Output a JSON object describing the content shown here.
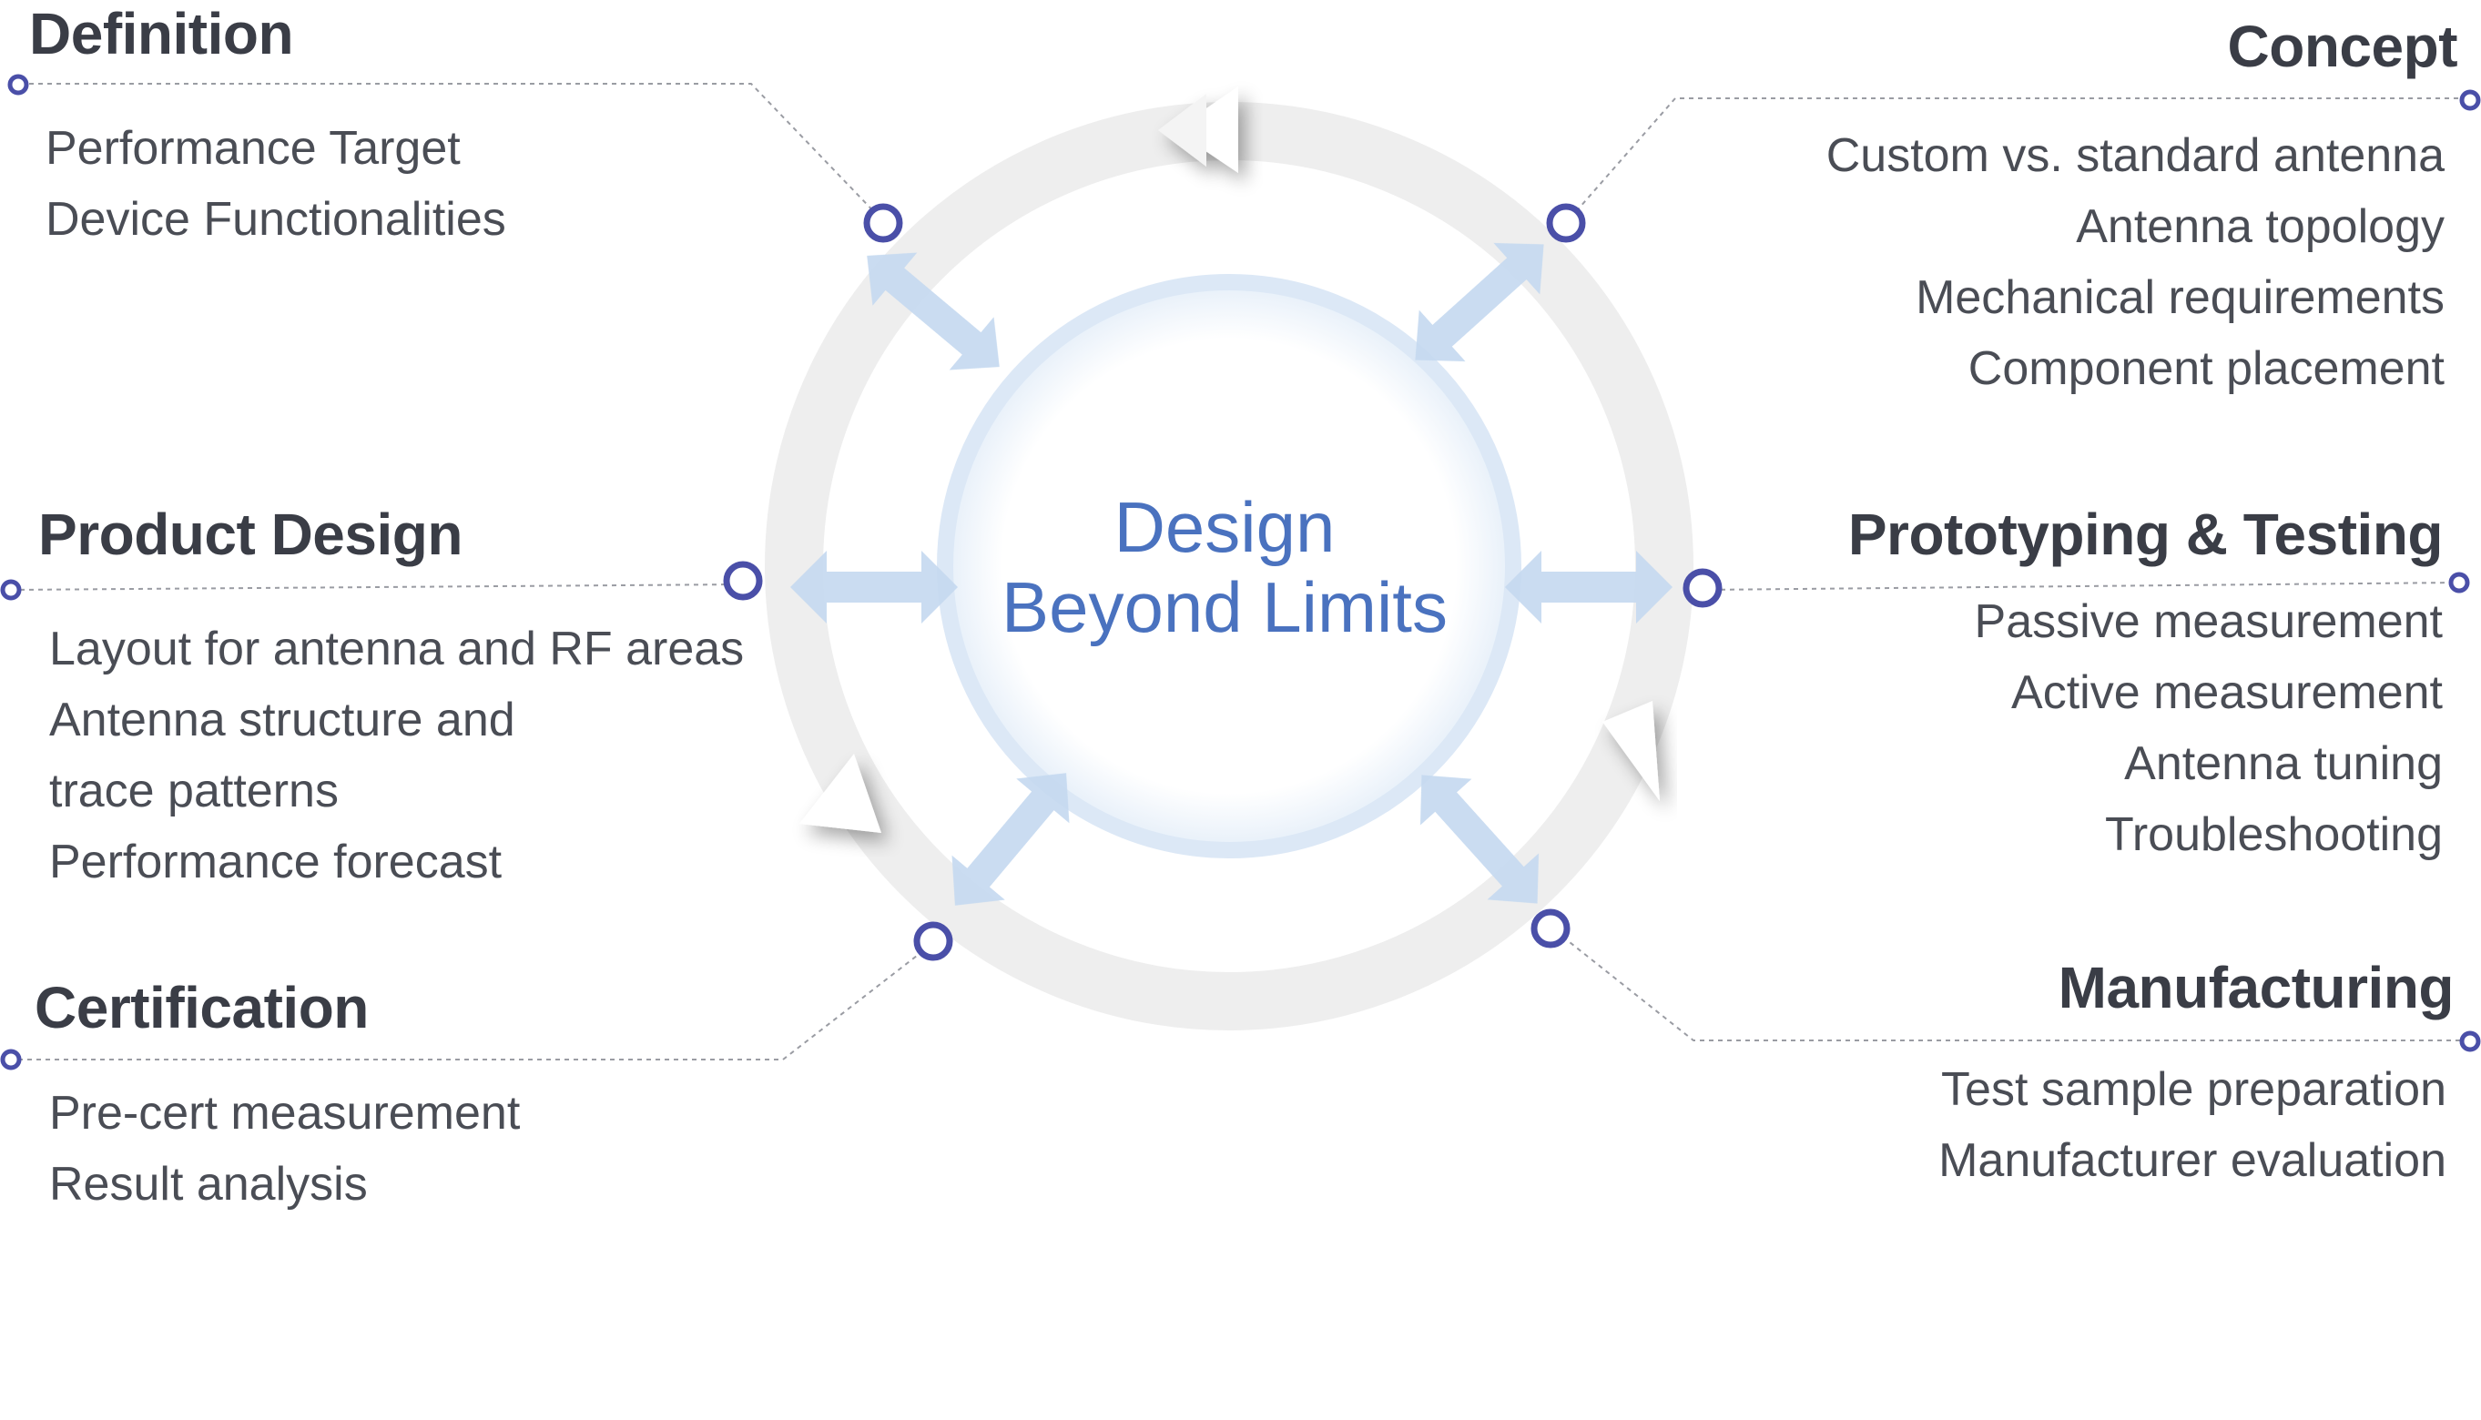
{
  "center": {
    "line1": "Design",
    "line2": "Beyond Limits"
  },
  "stages": {
    "definition": {
      "title": "Definition",
      "items": [
        "Performance Target",
        "Device Functionalities"
      ]
    },
    "concept": {
      "title": "Concept",
      "items": [
        "Custom vs. standard antenna",
        "Antenna topology",
        "Mechanical requirements",
        "Component placement"
      ]
    },
    "product_design": {
      "title": "Product Design",
      "items": [
        "Layout for antenna and RF areas",
        "Antenna structure and",
        "trace patterns",
        "Performance forecast"
      ]
    },
    "prototyping": {
      "title": "Prototyping & Testing",
      "items": [
        "Passive measurement",
        "Active measurement",
        "Antenna tuning",
        "Troubleshooting"
      ]
    },
    "certification": {
      "title": "Certification",
      "items": [
        "Pre-cert measurement",
        "Result analysis"
      ]
    },
    "manufacturing": {
      "title": "Manufacturing",
      "items": [
        "Test sample preparation",
        "Manufacturer evaluation"
      ]
    }
  },
  "colors": {
    "node_ring": "#4a4fa8",
    "outer_ring": "#eeeeee",
    "inner_ring": "#dce8f6",
    "arrows": "#c4d9f0",
    "center_text": "#4a72bf",
    "heading": "#3a3d46",
    "body_text": "#4a4d55",
    "connector": "#9a9ca3"
  }
}
